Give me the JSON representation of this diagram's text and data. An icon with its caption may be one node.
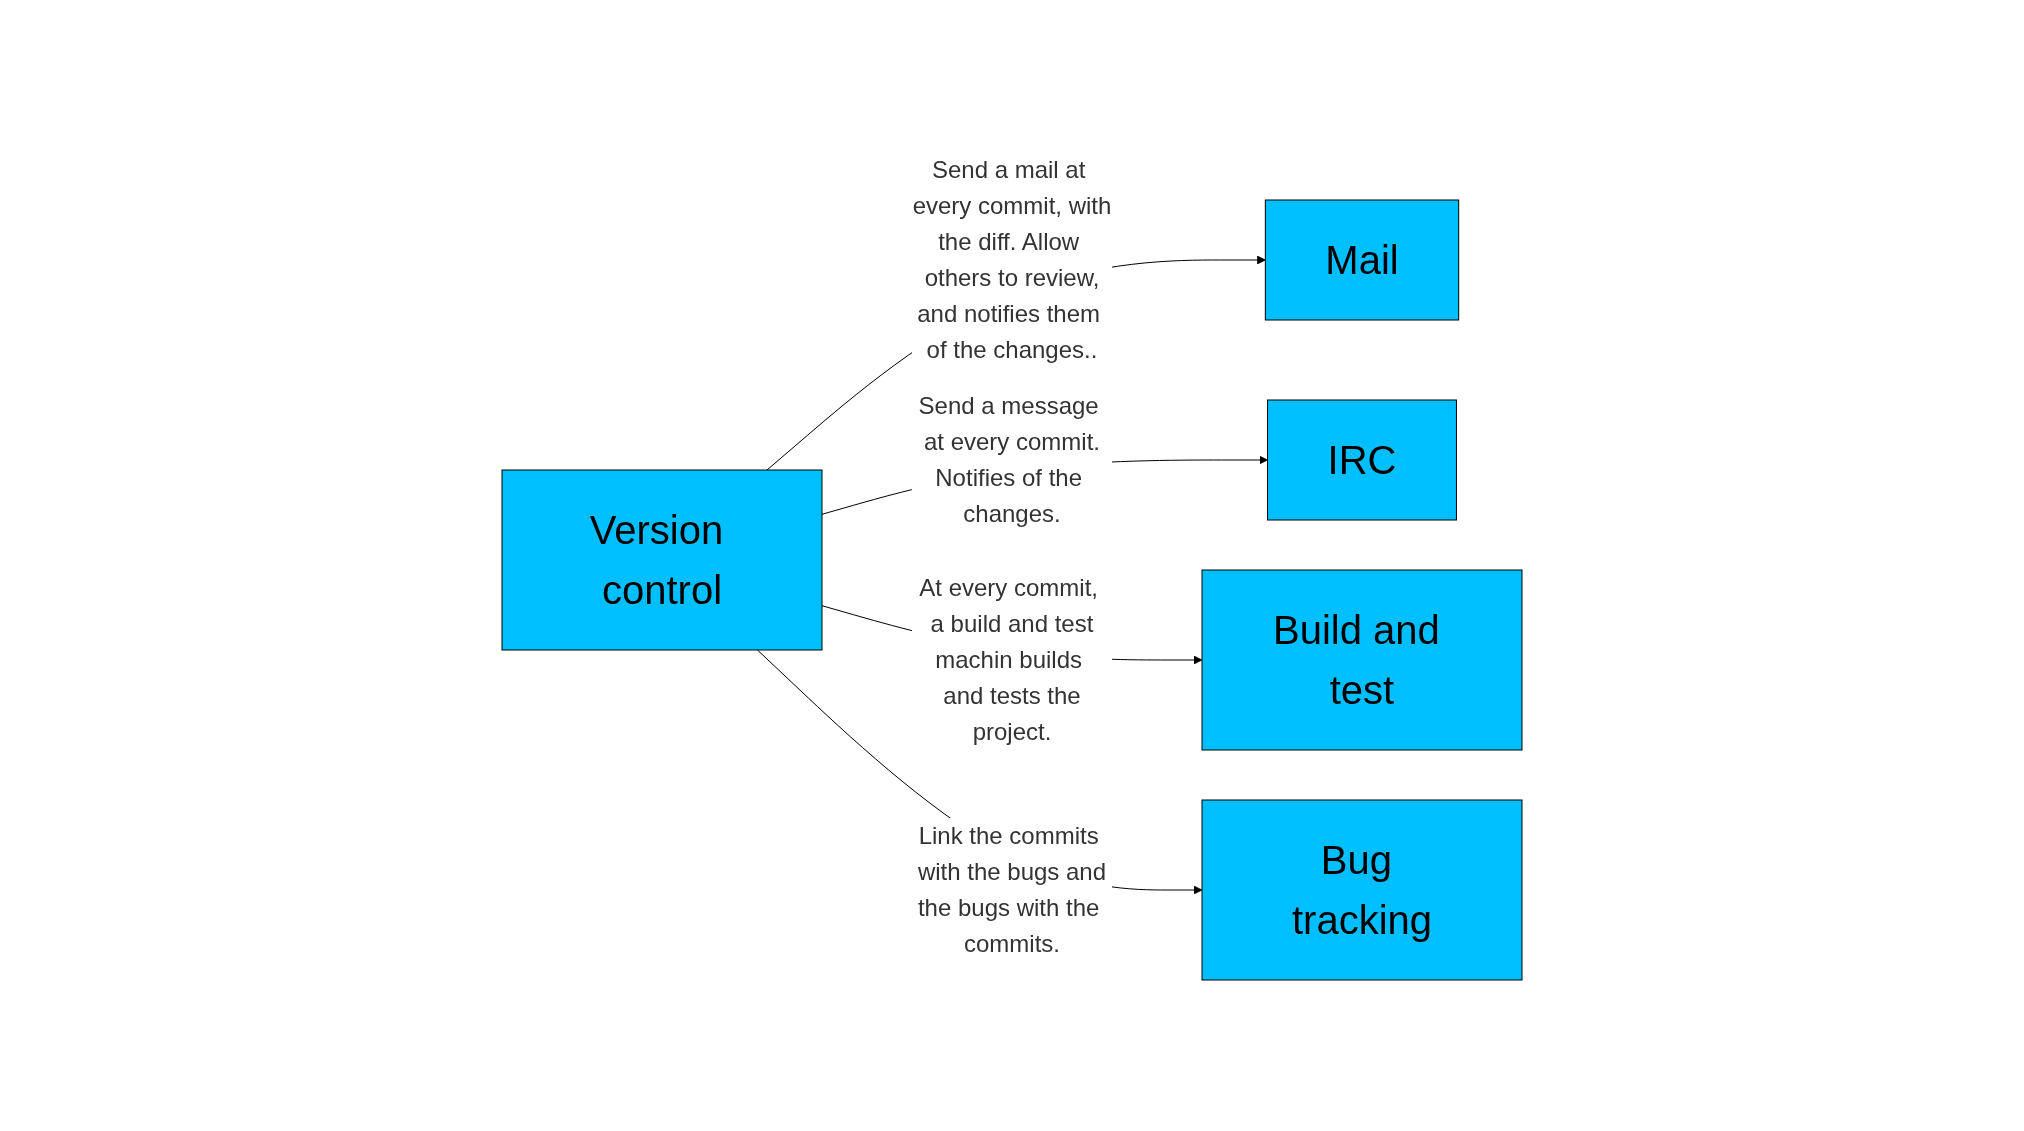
{
  "diagram": {
    "nodes": [
      {
        "text": [
          "Mail"
        ]
      },
      {
        "text": [
          "IRC"
        ]
      },
      {
        "text": [
          "Version control"
        ]
      },
      {
        "text": [
          "Build and test"
        ]
      },
      {
        "text": [
          "Bug tracking"
        ]
      }
    ],
    "edges": [
      {
        "from": 2,
        "to": 0,
        "arrow": "to",
        "label": "Send a mail at every commit, with the diff. Allow others to review, and notifies them of the changes.."
      },
      {
        "from": 2,
        "to": 1,
        "arrow": "to",
        "label": "Send a message at every commit. Notifies of the changes."
      },
      {
        "from": 2,
        "to": 3,
        "arrow": "to",
        "label": "At every commit, a build and test machin builds and tests the project."
      },
      {
        "from": 2,
        "to": 4,
        "arrow": "to",
        "label": "Link the commits with the bugs and the bugs with the commits."
      }
    ]
  }
}
